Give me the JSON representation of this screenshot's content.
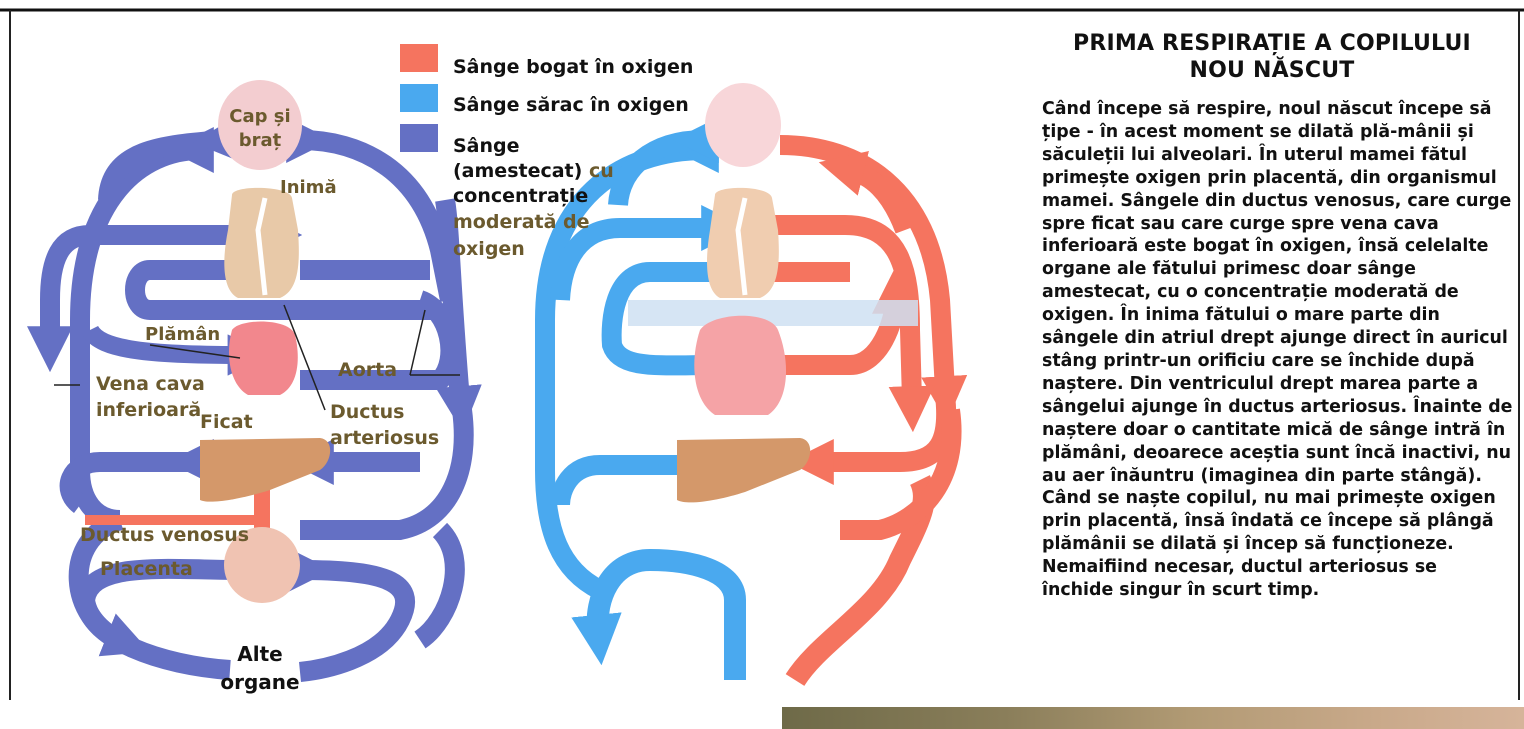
{
  "legend": {
    "items": [
      {
        "text": "Sânge bogat în oxigen",
        "color": "#f5745f"
      },
      {
        "text": "Sânge sărac în oxigen",
        "color": "#4aa9ef"
      },
      {
        "text": "Sânge",
        "color": "#6470c4"
      }
    ],
    "mixed_continuation": {
      "line1_black": "(amestecat)",
      "line1_grey": "cu",
      "line2_black": "concentrație",
      "line3_grey": "moderată de",
      "line4_grey": "oxigen"
    }
  },
  "left_diagram": {
    "head_line1": "Cap și",
    "head_line2": "braț",
    "heart": "Inimă",
    "lung": "Plămân",
    "aorta": "Aorta",
    "vena_line1": "Vena cava",
    "vena_line2": "inferioară",
    "liver": "Ficat",
    "ductus_art_line1": "Ductus",
    "ductus_art_line2": "arteriosus",
    "ductus_venosus": "Ductus venosus",
    "placenta": "Placenta",
    "organs_line1": "Alte",
    "organs_line2": "organe"
  },
  "colors": {
    "mixed": "#6470c4",
    "oxygen_rich": "#f5745f",
    "oxygen_poor": "#4aa9ef",
    "head": "#f3cdd0",
    "heart": "#e8c9a8",
    "lung": "#f2878d",
    "liver": "#d4986a",
    "placenta": "#f0c3b2"
  },
  "article": {
    "title_line1": "PRIMA RESPIRAȚIE A COPILULUI",
    "title_line2": "NOU NĂSCUT",
    "body": "Când începe să respire, noul născut începe să țipe - în acest moment se dilată plă-mânii și săculeții lui alveolari. În uterul mamei fătul primește oxigen prin placentă, din organismul mamei. Sângele din ductus venosus, care curge spre ficat sau care curge spre vena cava inferioară este bogat în oxigen, însă celelalte organe ale fătului primesc doar sânge amestecat, cu o concentrație moderată de oxigen. În inima fătului o mare parte din sângele din atriul drept ajunge direct în auricul stâng printr-un orificiu care se închide după naștere. Din ventriculul drept marea parte a sângelui ajunge în ductus arteriosus. Înainte de naștere doar o cantitate mică de sânge intră în plămâni, deoarece aceștia sunt încă inactivi, nu au aer înăuntru (imaginea din parte stângă). Când se naște copilul, nu mai primește oxigen prin placentă, însă îndată ce începe să plângă plămânii se dilată și încep să funcționeze. Nemaifiind necesar, ductul arteriosus se închide singur în scurt timp."
  }
}
